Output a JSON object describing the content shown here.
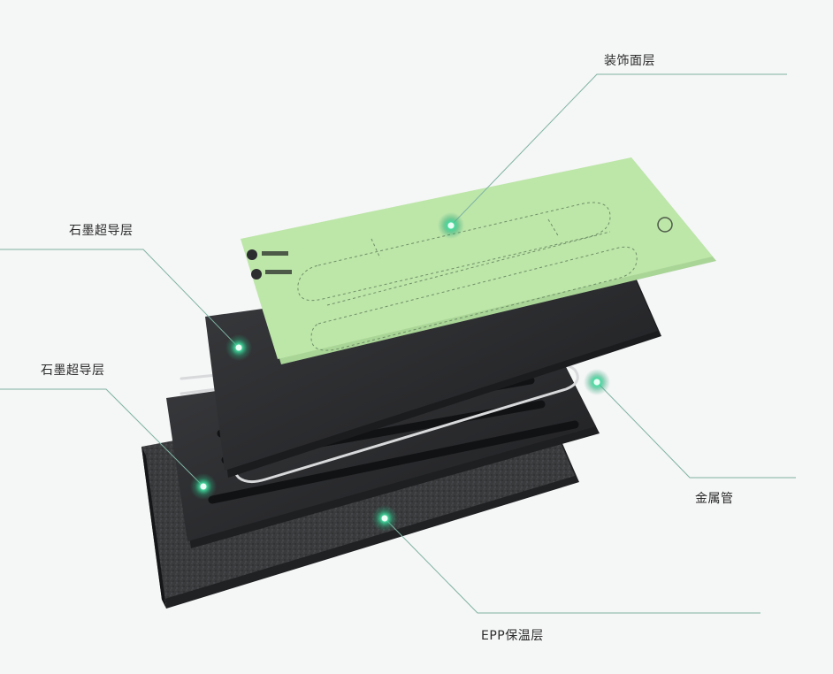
{
  "labels": {
    "decor_layer": "装饰面层",
    "graphite_upper": "石墨超导层",
    "graphite_lower": "石墨超导层",
    "metal_pipe": "金属管",
    "epp_layer": "EPP保温层"
  },
  "colors": {
    "background": "#f5f6f6",
    "accent_green": "#3fb98a",
    "leader_line": "#7fb3a3",
    "decor_panel": "#b9e4a6",
    "graphite_panel": "#2a2b2d",
    "epp_panel": "#3a3b3d"
  }
}
